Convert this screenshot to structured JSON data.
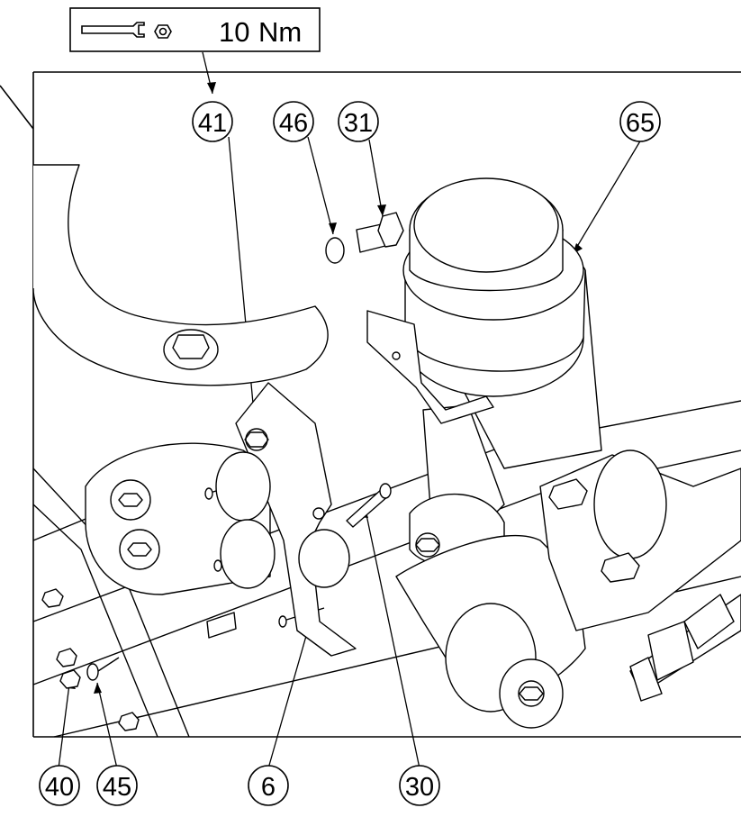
{
  "torque_box": {
    "icon": "wrench-nut-icon",
    "value": "10",
    "unit": "Nm"
  },
  "callouts": {
    "c41": "41",
    "c46": "46",
    "c31": "31",
    "c65": "65",
    "c40": "40",
    "c45": "45",
    "c6": "6",
    "c30": "30"
  },
  "colors": {
    "line": "#000000",
    "background": "#ffffff",
    "part_fill": "#ffffff",
    "shade": "#f2f2f2"
  }
}
